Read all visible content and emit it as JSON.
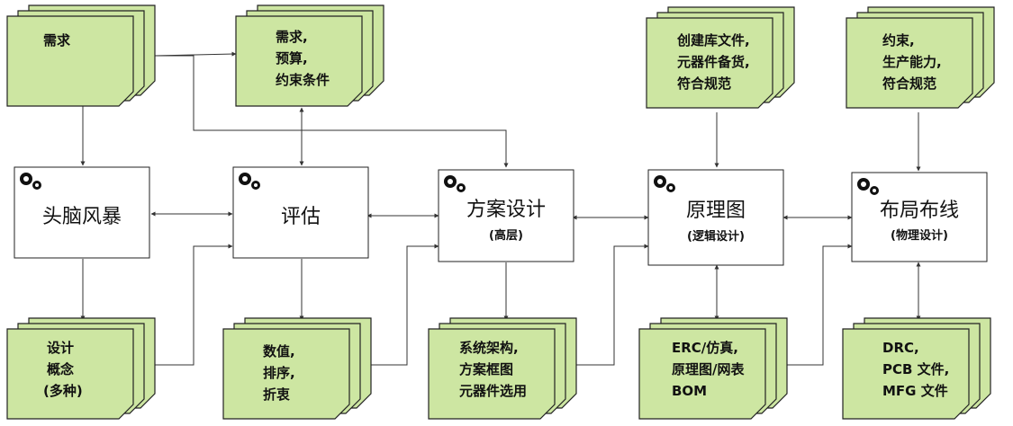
{
  "colors": {
    "note_fill": "#cde6a2",
    "note_stroke": "#222222",
    "box_fill": "#ffffff",
    "line": "#333333"
  },
  "processes": {
    "brainstorm": {
      "title": "头脑风暴",
      "icon": "gears-icon"
    },
    "evaluate": {
      "title": "评估",
      "icon": "gears-icon"
    },
    "scheme": {
      "title": "方案设计",
      "sub": "(高层)",
      "icon": "gears-icon"
    },
    "schematic": {
      "title": "原理图",
      "sub": "(逻辑设计)",
      "icon": "gears-icon"
    },
    "layout": {
      "title": "布局布线",
      "sub": "(物理设计)",
      "icon": "gears-icon"
    }
  },
  "notes": {
    "req": {
      "lines": [
        "需求"
      ]
    },
    "req_budget": {
      "lines": [
        "需求,",
        "预算,",
        "约束条件"
      ]
    },
    "library": {
      "lines": [
        "创建库文件,",
        "元器件备货,",
        "符合规范"
      ]
    },
    "constraints": {
      "lines": [
        "约束,",
        "生产能力,",
        "符合规范"
      ]
    },
    "concepts": {
      "lines": [
        "设计",
        "概念",
        "(多种)"
      ]
    },
    "values": {
      "lines": [
        "数值,",
        "排序,",
        "折衷"
      ]
    },
    "architecture": {
      "lines": [
        "系统架构,",
        "方案框图",
        "元器件选用"
      ]
    },
    "erc": {
      "lines": [
        "ERC/仿真,",
        "原理图/网表",
        "BOM"
      ]
    },
    "drc": {
      "lines": [
        "DRC,",
        "PCB 文件,",
        "MFG 文件"
      ]
    }
  }
}
